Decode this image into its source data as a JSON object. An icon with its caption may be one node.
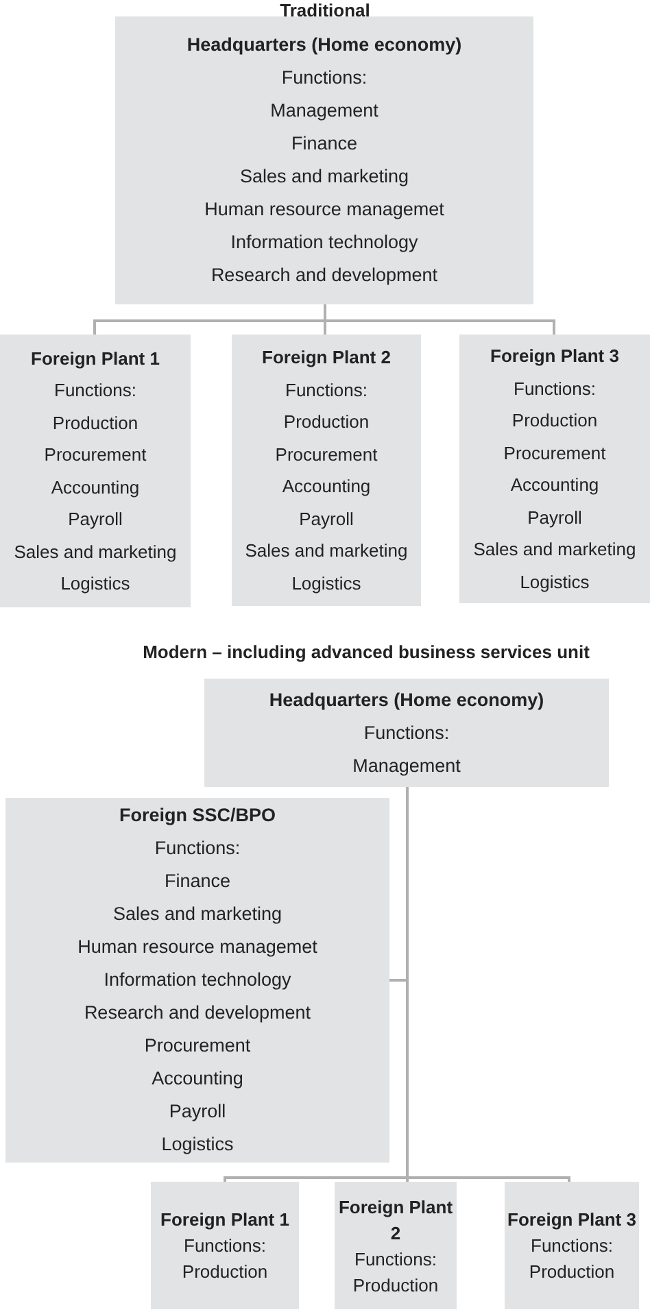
{
  "diagram": {
    "nodes": [
      {
        "text": [
          "Headquarters (Home economy)",
          "Functions:",
          "Management",
          "Finance",
          "Sales and marketing",
          "Human resource managemet",
          "Information technology",
          "Research and development"
        ]
      },
      {
        "text": [
          "Foreign Plant 1",
          "Functions:",
          "Production",
          "Procurement",
          "Accounting",
          "Payroll",
          "Sales and marketing",
          "Logistics"
        ]
      },
      {
        "text": [
          "Foreign Plant 2",
          "Functions:",
          "Production",
          "Procurement",
          "Accounting",
          "Payroll",
          "Sales and marketing",
          "Logistics"
        ]
      },
      {
        "text": [
          "Foreign Plant 3",
          "Functions:",
          "Production",
          "Procurement",
          "Accounting",
          "Payroll",
          "Sales and marketing",
          "Logistics"
        ]
      },
      {
        "text": [
          "Headquarters (Home economy)",
          "Functions:",
          "Management"
        ]
      },
      {
        "text": [
          "Foreign SSC/BPO",
          "Functions:",
          "Finance",
          "Sales and marketing",
          "Human resource managemet",
          "Information technology",
          "Research and development",
          "Procurement",
          "Accounting",
          "Payroll",
          "Logistics"
        ]
      },
      {
        "text": [
          "Foreign Plant 1",
          "Functions:",
          "Production"
        ]
      },
      {
        "text": [
          "Foreign Plant 2",
          "Functions:",
          "Production"
        ]
      },
      {
        "text": [
          "Foreign Plant 3",
          "Functions:",
          "Production"
        ]
      }
    ],
    "edges": [
      {
        "from": 0,
        "to": 1,
        "arrow": "none"
      },
      {
        "from": 0,
        "to": 2,
        "arrow": "none"
      },
      {
        "from": 0,
        "to": 3,
        "arrow": "none"
      },
      {
        "from": 4,
        "to": 5,
        "arrow": "none"
      },
      {
        "from": 4,
        "to": 6,
        "arrow": "none"
      },
      {
        "from": 4,
        "to": 7,
        "arrow": "none"
      },
      {
        "from": 4,
        "to": 8,
        "arrow": "none"
      }
    ],
    "labels": [
      "Traditional",
      "Modern – including advanced business services unit"
    ]
  }
}
